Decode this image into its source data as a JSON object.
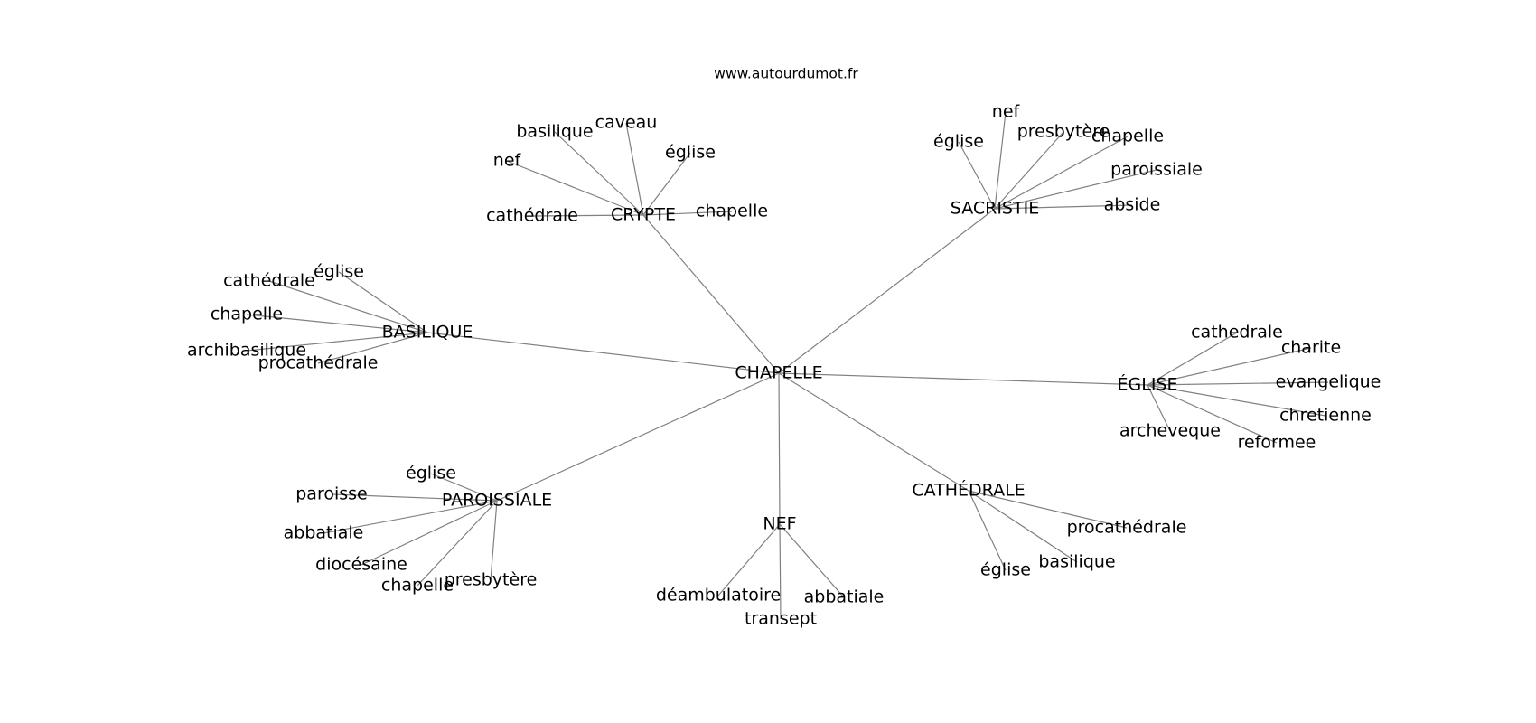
{
  "header": {
    "text": "www.autourdumot.fr"
  },
  "center": {
    "id": "chapelle",
    "label": "CHAPELLE"
  },
  "colors": {
    "edge": "#808080",
    "text": "#000000",
    "background": "#ffffff"
  },
  "hubs": [
    {
      "id": "crypte",
      "label": "CRYPTE",
      "leaves": [
        "basilique",
        "caveau",
        "église",
        "nef",
        "cathédrale",
        "chapelle"
      ]
    },
    {
      "id": "sacristie",
      "label": "SACRISTIE",
      "leaves": [
        "nef",
        "église",
        "presbytère",
        "chapelle",
        "paroissiale",
        "abside"
      ]
    },
    {
      "id": "basilique",
      "label": "BASILIQUE",
      "leaves": [
        "église",
        "cathédrale",
        "chapelle",
        "archibasilique",
        "procathédrale"
      ]
    },
    {
      "id": "eglise",
      "label": "ÉGLISE",
      "leaves": [
        "cathedrale",
        "charite",
        "evangelique",
        "chretienne",
        "archeveque",
        "reformee"
      ]
    },
    {
      "id": "paroissiale",
      "label": "PAROISSIALE",
      "leaves": [
        "église",
        "paroisse",
        "abbatiale",
        "diocésaine",
        "chapelle",
        "presbytère"
      ]
    },
    {
      "id": "nef",
      "label": "NEF",
      "leaves": [
        "déambulatoire",
        "transept",
        "abbatiale"
      ]
    },
    {
      "id": "cathedrale",
      "label": "CATHÉDRALE",
      "leaves": [
        "procathédrale",
        "basilique",
        "église"
      ]
    }
  ]
}
